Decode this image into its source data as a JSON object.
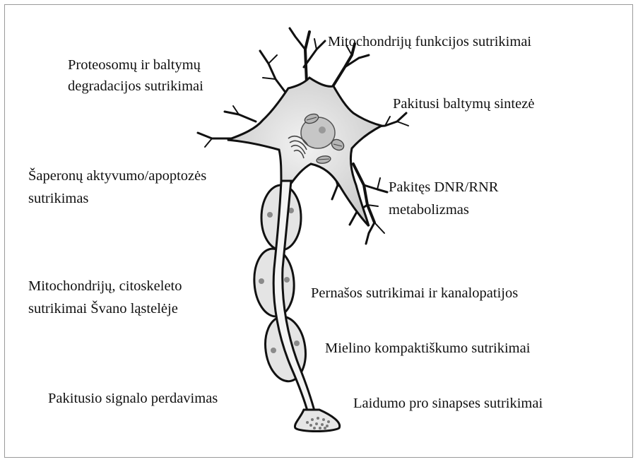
{
  "labels": {
    "mito_function": "Mitochondrijų funkcijos sutrikimai",
    "proteasome_l1": "Proteosomų ir baltymų",
    "proteasome_l2": "degradacijos sutrikimai",
    "protein_synthesis": "Pakitusi baltymų sintezė",
    "chaperone_l1": "Šaperonų aktyvumo/apoptozės",
    "chaperone_l2": "sutrikimas",
    "dna_rna_l1": "Pakitęs DNR/RNR",
    "dna_rna_l2": "metabolizmas",
    "schwann_l1": "Mitochondrijų, citoskeleto",
    "schwann_l2": "sutrikimai Švano ląstelėje",
    "transport": "Pernašos sutrikimai ir kanalopatijos",
    "myelin": "Mielino kompaktiškumo sutrikimai",
    "signal": "Pakitusio signalo perdavimas",
    "synapse": "Laidumo pro sinapses sutrikimai"
  },
  "colors": {
    "outline": "#111111",
    "cell_body": "#dcdcdc",
    "myelin": "#e4e4e4",
    "nucleus": "#c4c4c4",
    "dots": "#8a8a8a"
  }
}
